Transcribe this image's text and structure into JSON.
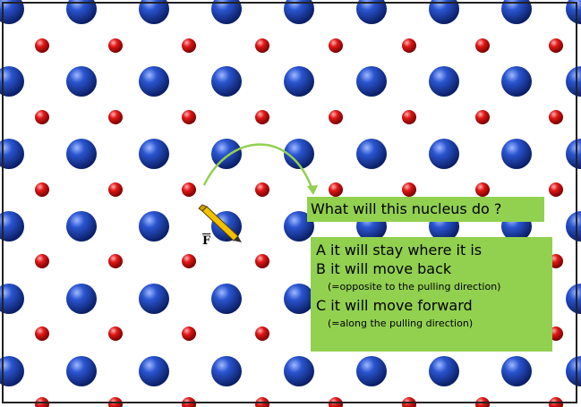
{
  "question": "What will this nucleus do ?",
  "force_label": "F",
  "options": [
    {
      "main": "A it will stay where it is",
      "note": ""
    },
    {
      "main": "B it will move back",
      "note": "(=opposite to the pulling direction)"
    },
    {
      "main": "C it will move forward",
      "note": "(=along the pulling direction)"
    }
  ],
  "colors": {
    "blue_atom": "#1a3fa8",
    "red_atom": "#d81818",
    "box_green": "#92d050",
    "arc_green": "#92d050",
    "pencil_yellow": "#f2c200"
  }
}
